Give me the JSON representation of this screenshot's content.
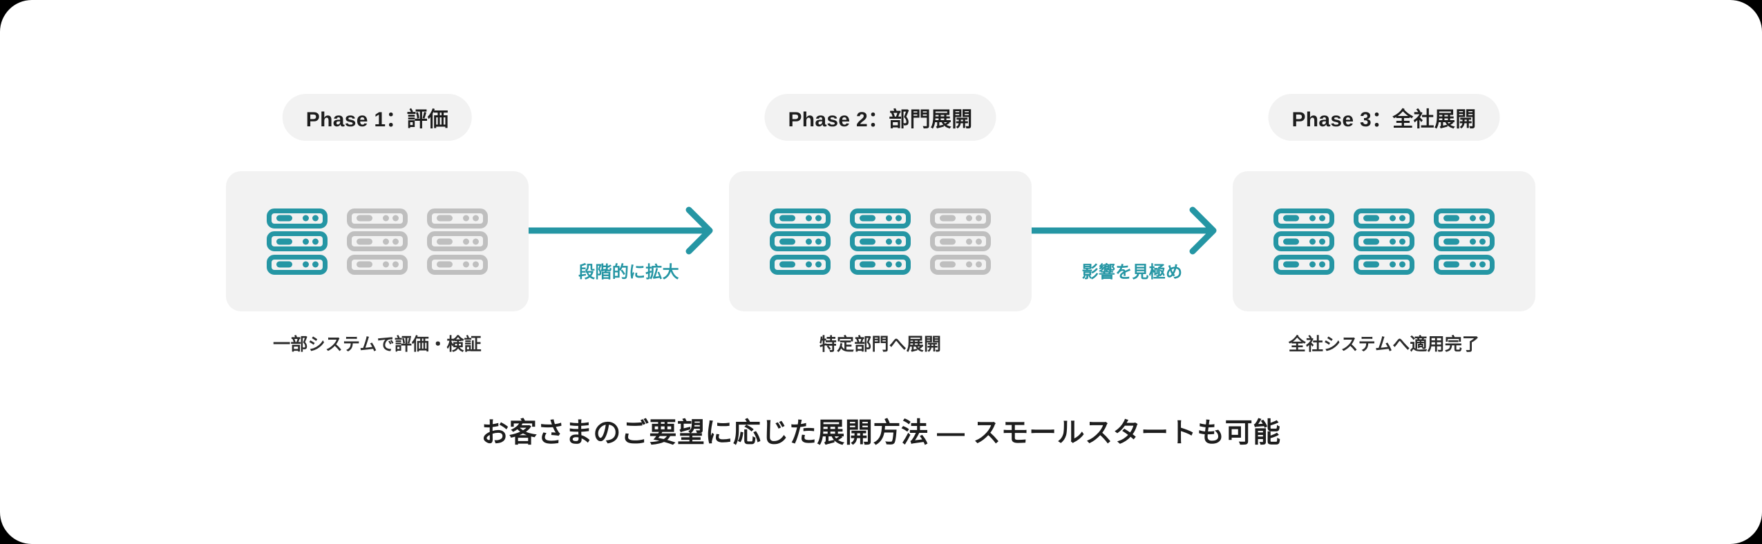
{
  "colors": {
    "accent_teal": "#2596a4",
    "inactive_gray": "#bfbfbf",
    "card_background": "#f2f2f2",
    "pill_background": "#f2f2f2",
    "text_dark": "#1d1d1d",
    "page_background": "#ffffff"
  },
  "phases": [
    {
      "pill_label": "Phase 1：評価",
      "caption": "一部システムで評価・検証",
      "servers": [
        "active",
        "inactive",
        "inactive"
      ],
      "server_icon": "server-stack-icon"
    },
    {
      "pill_label": "Phase 2：部門展開",
      "caption": "特定部門へ展開",
      "servers": [
        "active",
        "active",
        "inactive"
      ],
      "server_icon": "server-stack-icon"
    },
    {
      "pill_label": "Phase 3：全社展開",
      "caption": "全社システムへ適用完了",
      "servers": [
        "active",
        "active",
        "active"
      ],
      "server_icon": "server-stack-icon"
    }
  ],
  "connectors": [
    {
      "label": "段階的に拡大",
      "icon": "arrow-right-icon"
    },
    {
      "label": "影響を見極め",
      "icon": "arrow-right-icon"
    }
  ],
  "headline": "お客さまのご要望に応じた展開方法 ― スモールスタートも可能"
}
